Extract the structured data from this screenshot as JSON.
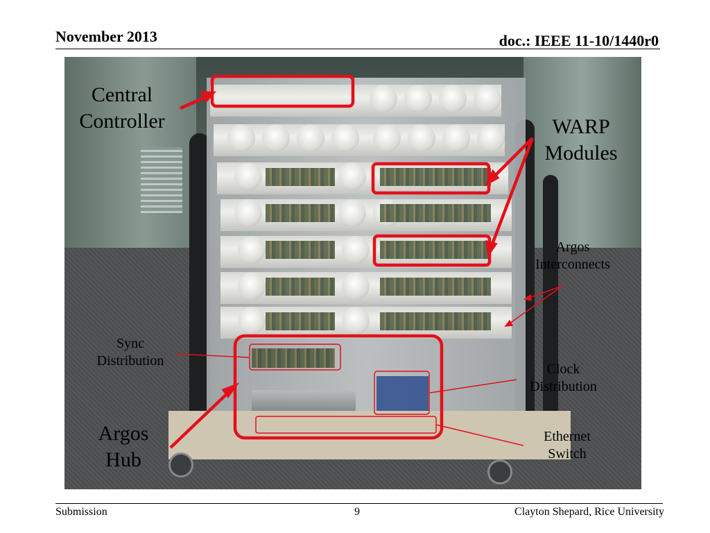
{
  "header": {
    "date": "November 2013",
    "doc_id": "doc.: IEEE 11-10/1440r0"
  },
  "footer": {
    "left": "Submission",
    "page": "9",
    "right": "Clayton Shepard, Rice University"
  },
  "photo": {
    "labels": {
      "central_controller_line1": "Central",
      "central_controller_line2": "Controller",
      "warp_line1": "WARP",
      "warp_line2": "Modules",
      "argos_interconnects_line1": "Argos",
      "argos_interconnects_line2": "Interconnects",
      "sync_line1": "Sync",
      "sync_line2": "Distribution",
      "clock_line1": "Clock",
      "clock_line2": "Distribution",
      "ethernet_line1": "Ethernet",
      "ethernet_line2": "Switch",
      "hub_line1": "Argos",
      "hub_line2": "Hub"
    },
    "highlight_color": "#e3101a"
  }
}
